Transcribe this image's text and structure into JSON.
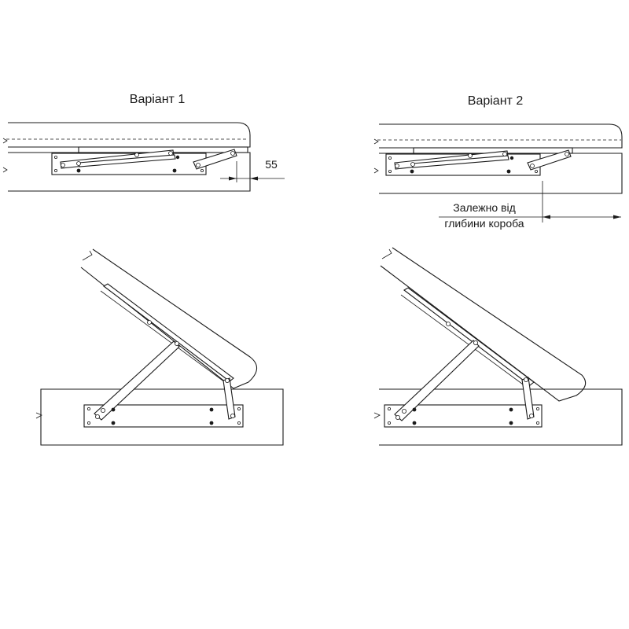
{
  "variant1": {
    "title": "Варіант 1",
    "dimension_value": "55"
  },
  "variant2": {
    "title": "Варіант 2",
    "note_line1": "Залежно від",
    "note_line2": "глибини короба"
  }
}
